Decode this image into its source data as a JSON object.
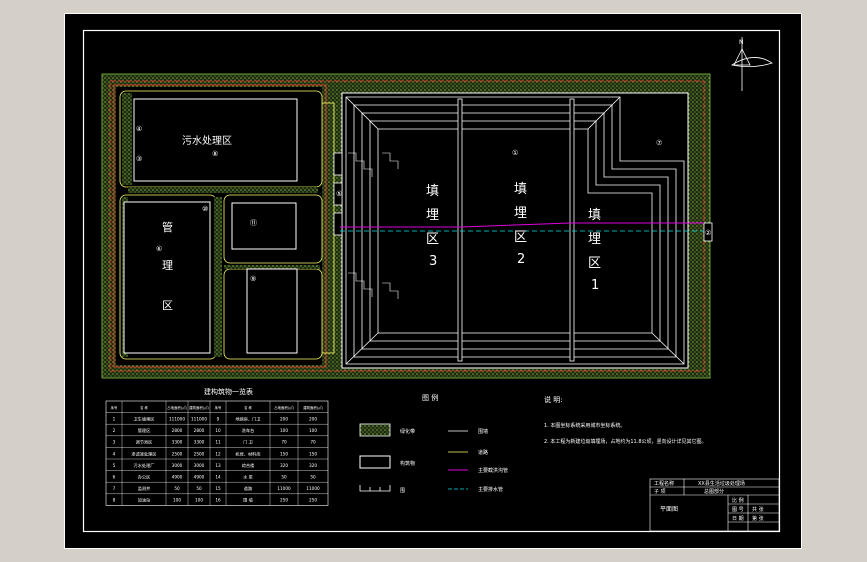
{
  "zones": {
    "sewage": "污水处理区",
    "management": [
      "管",
      "理",
      "区"
    ],
    "landfill3": [
      "填",
      "埋",
      "区",
      "3"
    ],
    "landfill2": [
      "填",
      "埋",
      "区",
      "2"
    ],
    "landfill1": [
      "填",
      "埋",
      "区",
      "1"
    ]
  },
  "circled_labels": [
    "①",
    "②",
    "③",
    "④",
    "⑤",
    "⑥",
    "⑦",
    "⑧",
    "⑨",
    "⑩",
    "⑪"
  ],
  "schedule": {
    "title": "建构筑物一览表",
    "headers": [
      "序号",
      "名 称",
      "占地面积(㎡)",
      "建筑面积(㎡)",
      "序号",
      "名 称",
      "占地面积(㎡)",
      "建筑面积(㎡)"
    ],
    "rows": [
      [
        "1",
        "卫生填埋区",
        "111000",
        "111000",
        "9",
        "地磅房、门卫",
        "200",
        "200"
      ],
      [
        "2",
        "管理区",
        "2800",
        "2800",
        "10",
        "洗车台",
        "100",
        "100"
      ],
      [
        "3",
        "调节池区",
        "3300",
        "3300",
        "11",
        "门 卫",
        "70",
        "70"
      ],
      [
        "4",
        "渗滤液处理区",
        "2500",
        "2500",
        "12",
        "机修、材料库",
        "150",
        "150"
      ],
      [
        "5",
        "污水处理厂",
        "3000",
        "3000",
        "13",
        "综合楼",
        "320",
        "320"
      ],
      [
        "6",
        "办公区",
        "4900",
        "4900",
        "14",
        "水 泵",
        "50",
        "50"
      ],
      [
        "7",
        "监测井",
        "50",
        "50",
        "15",
        "道路",
        "11000",
        "11000"
      ],
      [
        "8",
        "加油站",
        "100",
        "100",
        "16",
        "围 墙",
        "250",
        "250"
      ]
    ]
  },
  "legend": {
    "title": "图 例",
    "items": [
      "绿化带",
      "构筑物",
      "围",
      "围墙",
      "道路",
      "主要截洪沟管",
      "主要排水管"
    ]
  },
  "notes": {
    "title": "说 明:",
    "lines": [
      "1. 本图坐标系统采用城市坐标系统。",
      "2. 本工程为新建垃圾填埋场，占地约为11.8公顷，竖向设计详见其它图。"
    ]
  },
  "title_block": {
    "project": "工程名称",
    "project_value": "XX县生活垃圾处理场",
    "drawing": "子 项",
    "drawing_value": "总图部分",
    "sheet_name": "平面图",
    "cells": [
      "比 例",
      "图 号",
      "日 期",
      "共 张",
      "第 张"
    ]
  },
  "colors": {
    "frame": "#ffffff",
    "fence": "#ff3333",
    "road": "#ffff66",
    "green": "#6b8f3a",
    "cyan": "#00e5e5",
    "magenta": "#e000e0"
  }
}
